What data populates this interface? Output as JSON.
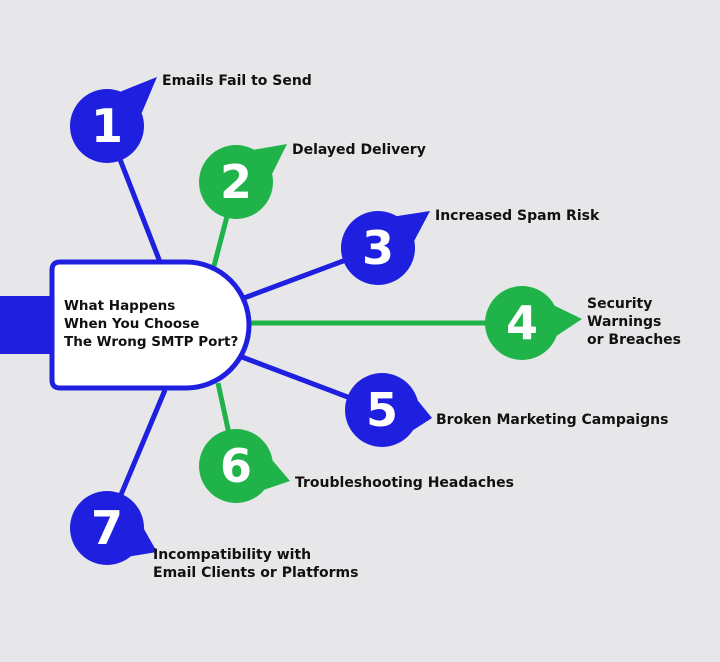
{
  "colors": {
    "blue": "#1f1fe0",
    "green": "#1fb349",
    "background": "#e7e7e9",
    "hub_fill": "#ffffff",
    "text": "#111111"
  },
  "hub": {
    "title_lines": [
      "What Happens",
      "When You Choose",
      "The Wrong SMTP Port?"
    ]
  },
  "items": [
    {
      "number": "1",
      "color": "blue",
      "label_lines": [
        "Emails Fail to Send"
      ]
    },
    {
      "number": "2",
      "color": "green",
      "label_lines": [
        "Delayed Delivery"
      ]
    },
    {
      "number": "3",
      "color": "blue",
      "label_lines": [
        "Increased Spam Risk"
      ]
    },
    {
      "number": "4",
      "color": "green",
      "label_lines": [
        "Security",
        "Warnings",
        "or Breaches"
      ]
    },
    {
      "number": "5",
      "color": "blue",
      "label_lines": [
        "Broken Marketing Campaigns"
      ]
    },
    {
      "number": "6",
      "color": "green",
      "label_lines": [
        "Troubleshooting Headaches"
      ]
    },
    {
      "number": "7",
      "color": "blue",
      "label_lines": [
        "Incompatibility with",
        "Email Clients or Platforms"
      ]
    }
  ]
}
